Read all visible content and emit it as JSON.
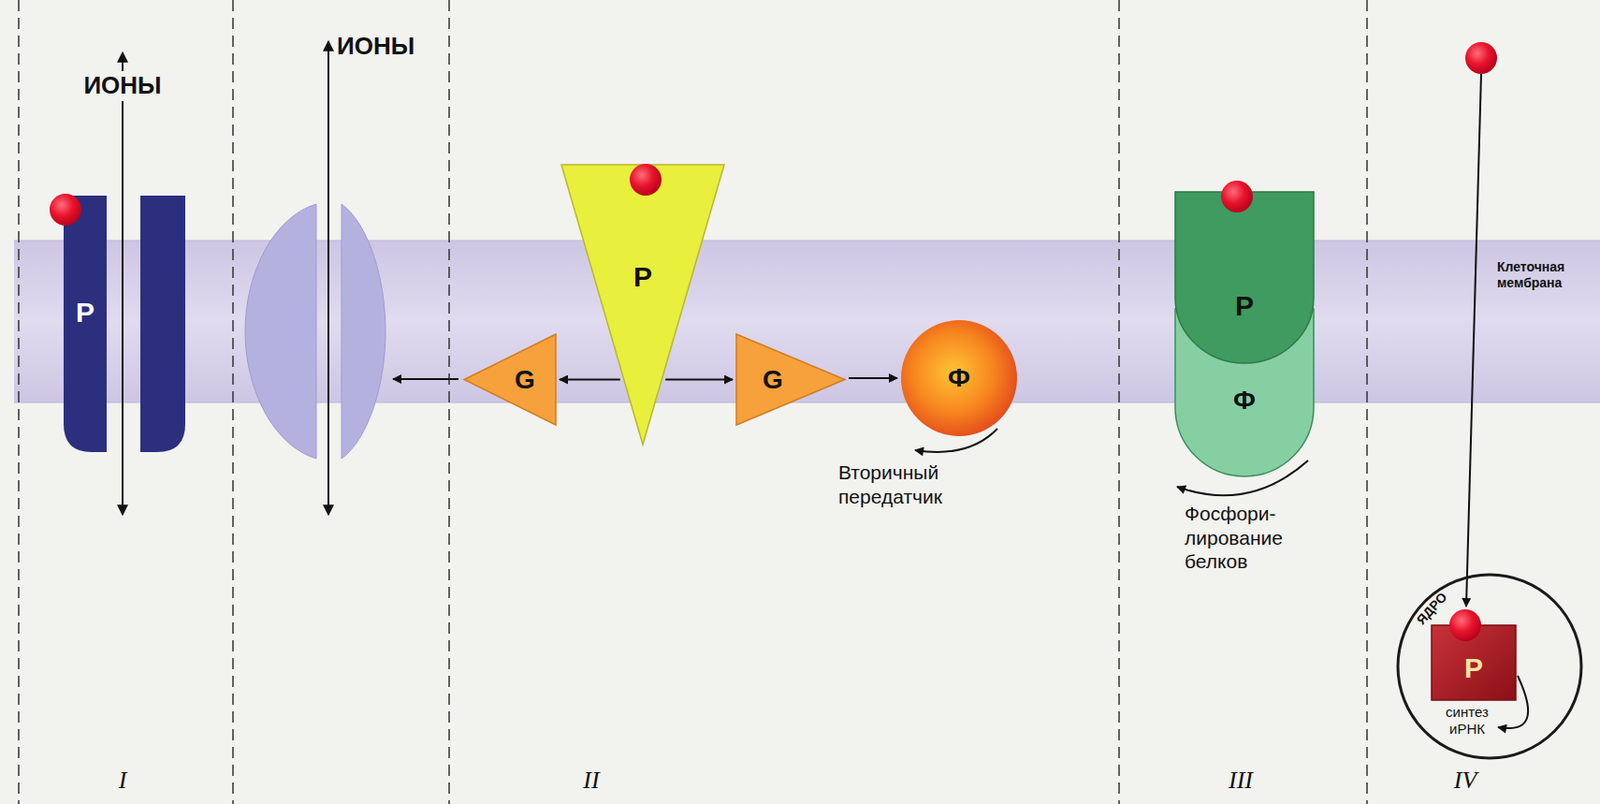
{
  "diagram": {
    "nodes": [
      {
        "text": [
          "Р"
        ]
      },
      {
        "text": [
          "G"
        ]
      },
      {
        "text": [
          "Р"
        ]
      },
      {
        "text": [
          "G"
        ]
      },
      {
        "text": [
          "Ф"
        ]
      },
      {
        "text": [
          "Р"
        ]
      },
      {
        "text": [
          "Ф"
        ]
      },
      {
        "text": [
          "ЯДРО"
        ]
      },
      {
        "text": [
          "Р"
        ],
        "in": 7
      }
    ],
    "edges": [
      {
        "from": 2,
        "to": 1,
        "arrow": "to"
      },
      {
        "from": 2,
        "to": 3,
        "arrow": "to"
      },
      {
        "from": 3,
        "to": 4,
        "arrow": "to"
      }
    ],
    "labels": [
      "ИОНЫ",
      "ИОНЫ",
      "Вторичный передатчик",
      "Фосфори- лирование белков",
      "Клеточная мембрана",
      "синтез иРНК",
      "I",
      "II",
      "III",
      "IV"
    ]
  }
}
